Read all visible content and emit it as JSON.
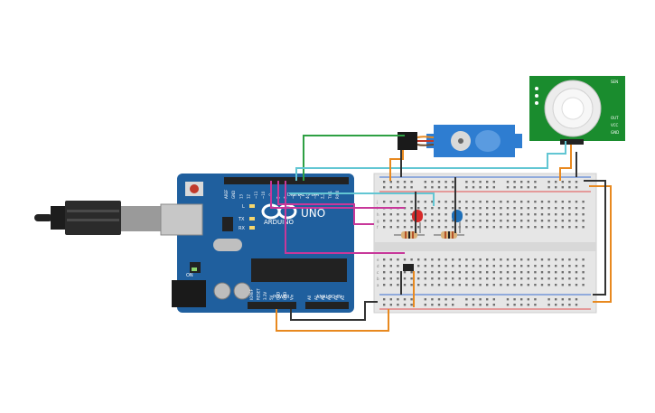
{
  "board": {
    "brand": "ARDUINO",
    "model": "UNO",
    "digital_header": "DIGITAL (PWM~)",
    "power_label": "POWER",
    "analog_label": "ANALOG IN",
    "top_pins": [
      "AREF",
      "GND",
      "13",
      "12",
      "~11",
      "~10",
      "~9",
      "8",
      "7",
      "~6",
      "~5",
      "4",
      "~3",
      "2",
      "TX 1",
      "RX 0"
    ],
    "power_pins": [
      "IOREF",
      "RESET",
      "3.3V",
      "5V",
      "GND",
      "GND",
      "Vin"
    ],
    "analog_pins": [
      "A0",
      "A1",
      "A2",
      "A3",
      "A4",
      "A5"
    ],
    "led_labels": [
      "L",
      "TX",
      "RX",
      "ON"
    ]
  },
  "breadboard": {
    "row_letters_top": [
      "a",
      "b",
      "c",
      "d",
      "e"
    ],
    "row_letters_bottom": [
      "f",
      "g",
      "h",
      "i",
      "j"
    ],
    "columns": 30
  },
  "pir": {
    "side_text": [
      "SEN",
      "OUT",
      "VCC",
      "GND"
    ]
  },
  "colors": {
    "board": "#1f5f9e",
    "breadboard": "#e6e6e6",
    "pir_board": "#1a8c2e",
    "servo": "#2e7dd1",
    "wire_orange": "#e8891f",
    "wire_cyan": "#62c6d3",
    "wire_magenta": "#c8389a",
    "wire_green": "#2ea043",
    "wire_black": "#333333",
    "led_red": "#d62a2a",
    "led_blue": "#1f6fb8"
  }
}
